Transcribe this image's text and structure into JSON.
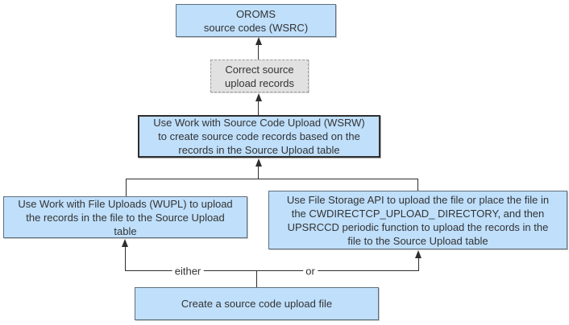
{
  "boxes": {
    "oroms": [
      "OROMS",
      "source codes (WSRC)"
    ],
    "correct_upload": [
      "Correct source",
      "upload records"
    ],
    "wsrw": [
      "Use Work with Source Code Upload (WSRW)",
      "to create source code records based on the",
      "records in the Source Upload table"
    ],
    "wupl": [
      "Use Work with File Uploads (WUPL) to upload",
      "the records in the file to the Source Upload",
      "table"
    ],
    "file_storage_api": [
      "Use File Storage API to upload the file or place the file in",
      "the CWDIRECTCP_UPLOAD_ DIRECTORY, and then",
      "UPSRCCD periodic function to upload the records in the",
      "file to the Source Upload table"
    ],
    "create_file": [
      "Create a source code upload file"
    ]
  },
  "edge_labels": {
    "either": "either",
    "or": "or"
  },
  "colors": {
    "box_fill": "#bfdffb",
    "box_border": "#5f6f7d",
    "strong_border": "#2e2e2e",
    "gray_fill": "#e1e1e1",
    "gray_border": "#9b9b9b",
    "line": "#2e2e2e",
    "text": "#333333"
  }
}
